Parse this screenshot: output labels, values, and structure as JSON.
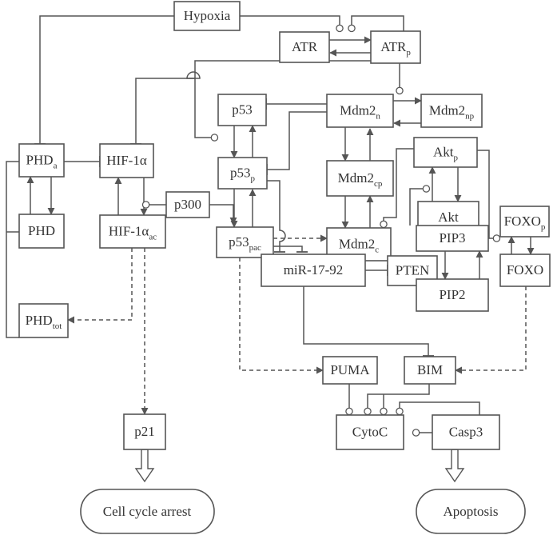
{
  "nodes": {
    "hypoxia": {
      "main": "Hypoxia"
    },
    "atr": {
      "main": "ATR"
    },
    "atrp": {
      "main": "ATR",
      "sub": "p"
    },
    "p53": {
      "main": "p53"
    },
    "mdm2n": {
      "main": "Mdm2",
      "sub": "n"
    },
    "mdm2np": {
      "main": "Mdm2",
      "sub": "np"
    },
    "phda": {
      "main": "PHD",
      "sub": "a"
    },
    "hif1a": {
      "main": "HIF-1α"
    },
    "p53p": {
      "main": "p53",
      "sub": "p"
    },
    "mdm2cp": {
      "main": "Mdm2",
      "sub": "cp"
    },
    "aktp": {
      "main": "Akt",
      "sub": "p"
    },
    "p300": {
      "main": "p300"
    },
    "phd": {
      "main": "PHD"
    },
    "hif1aac": {
      "main": "HIF-1α",
      "sub": "ac"
    },
    "p53pac": {
      "main": "p53",
      "sub": "pac"
    },
    "mdm2c": {
      "main": "Mdm2",
      "sub": "c"
    },
    "akt": {
      "main": "Akt"
    },
    "foxop": {
      "main": "FOXO",
      "sub": "p"
    },
    "pip3": {
      "main": "PIP3"
    },
    "foxo": {
      "main": "FOXO"
    },
    "mir": {
      "main": "miR-17-92"
    },
    "pten": {
      "main": "PTEN"
    },
    "phdtot": {
      "main": "PHD",
      "sub": "tot"
    },
    "pip2": {
      "main": "PIP2"
    },
    "puma": {
      "main": "PUMA"
    },
    "bim": {
      "main": "BIM"
    },
    "p21": {
      "main": "p21"
    },
    "cytoc": {
      "main": "CytoC"
    },
    "casp3": {
      "main": "Casp3"
    }
  },
  "outcomes": {
    "arrest": "Cell cycle arrest",
    "apoptosis": "Apoptosis"
  }
}
